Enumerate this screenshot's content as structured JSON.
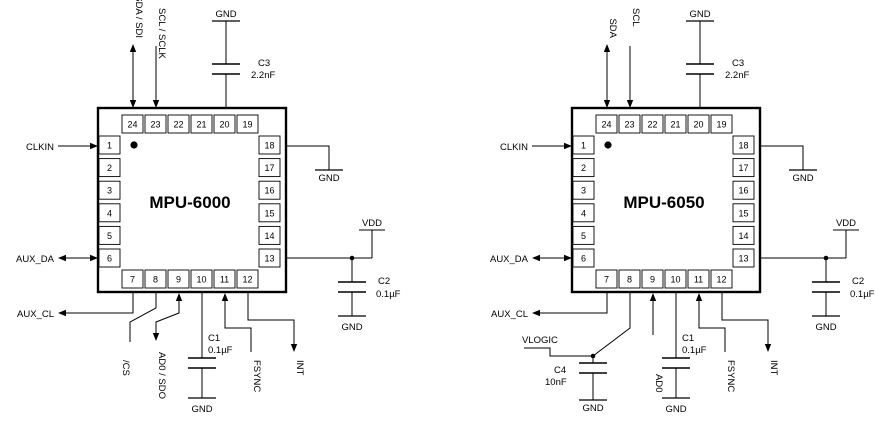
{
  "chips": [
    {
      "name": "MPU-6000",
      "pins_top": [
        "24",
        "23",
        "22",
        "21",
        "20",
        "19"
      ],
      "pins_left": [
        "1",
        "2",
        "3",
        "4",
        "5",
        "6"
      ],
      "pins_bottom": [
        "7",
        "8",
        "9",
        "10",
        "11",
        "12"
      ],
      "pins_right": [
        "18",
        "17",
        "16",
        "15",
        "14",
        "13"
      ],
      "labels": {
        "sda": "SDA / SDI",
        "scl": "SCL / SCLK",
        "top_gnd": "GND",
        "c3_name": "C3",
        "c3_value": "2.2nF",
        "clkin": "CLKIN",
        "aux_da": "AUX_DA",
        "aux_cl": "AUX_CL",
        "gnd18": "GND",
        "vdd": "VDD",
        "c2_name": "C2",
        "c2_value": "0.1µF",
        "c2_gnd": "GND",
        "cs": "/CS",
        "ad0": "AD0 / SDO",
        "c1_name": "C1",
        "c1_value": "0.1µF",
        "c1_gnd": "GND",
        "fsync": "FSYNC",
        "int": "INT"
      }
    },
    {
      "name": "MPU-6050",
      "pins_top": [
        "24",
        "23",
        "22",
        "21",
        "20",
        "19"
      ],
      "pins_left": [
        "1",
        "2",
        "3",
        "4",
        "5",
        "6"
      ],
      "pins_bottom": [
        "7",
        "8",
        "9",
        "10",
        "11",
        "12"
      ],
      "pins_right": [
        "18",
        "17",
        "16",
        "15",
        "14",
        "13"
      ],
      "labels": {
        "sda": "SDA",
        "scl": "SCL",
        "top_gnd": "GND",
        "c3_name": "C3",
        "c3_value": "2.2nF",
        "clkin": "CLKIN",
        "aux_da": "AUX_DA",
        "aux_cl": "AUX_CL",
        "gnd18": "GND",
        "vdd": "VDD",
        "c2_name": "C2",
        "c2_value": "0.1µF",
        "c2_gnd": "GND",
        "vlogic": "VLOGIC",
        "c4_name": "C4",
        "c4_value": "10nF",
        "c4_gnd": "GND",
        "ad0": "AD0",
        "c1_name": "C1",
        "c1_value": "0.1µF",
        "c1_gnd": "GND",
        "fsync": "FSYNC",
        "int": "INT"
      }
    }
  ]
}
